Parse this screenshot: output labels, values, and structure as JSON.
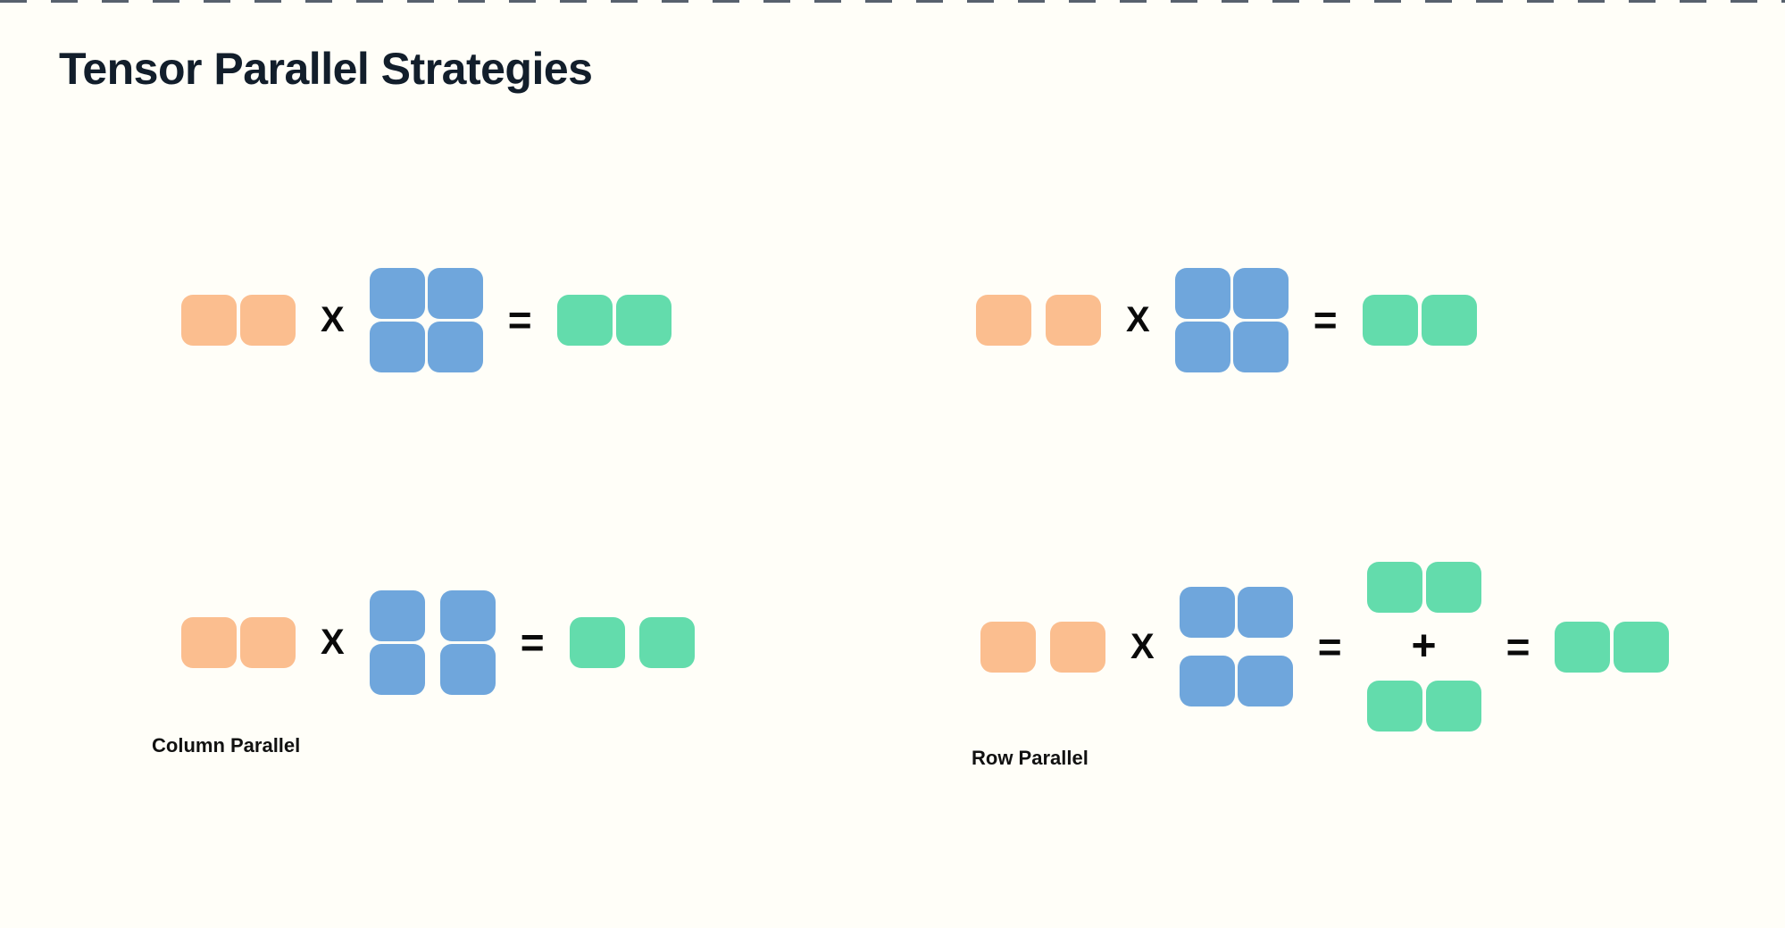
{
  "page": {
    "title": "Tensor Parallel Strategies"
  },
  "colors": {
    "background": "#FFFEF8",
    "top_border": "#2E3A4A",
    "input_block": "#FBBE8F",
    "weight_block": "#6FA6DC",
    "output_block": "#63DCAC",
    "operator": "#0A0A0A",
    "title": "#121E2B",
    "label": "#111111"
  },
  "operators": {
    "multiply": "X",
    "equals": "=",
    "plus": "+"
  },
  "diagrams": {
    "top_left": {
      "input_blocks": 2,
      "input_split": false,
      "weight_grid": "2x2",
      "weight_split": "none",
      "output_blocks": 2,
      "output_split": false
    },
    "top_right": {
      "input_blocks": 2,
      "input_split": true,
      "weight_grid": "2x2",
      "weight_split": "none",
      "output_blocks": 2,
      "output_split": false
    },
    "bottom_left": {
      "label": "Column Parallel",
      "input_blocks": 2,
      "input_split": false,
      "weight_grid": "2x2",
      "weight_split": "columns",
      "output_blocks": 2,
      "output_split": true
    },
    "bottom_right": {
      "label": "Row Parallel",
      "input_blocks": 2,
      "input_split": true,
      "weight_grid": "2x2",
      "weight_split": "rows",
      "partial_output_groups": 2,
      "partial_output_blocks_per_group": 2,
      "final_output_blocks": 2
    }
  }
}
